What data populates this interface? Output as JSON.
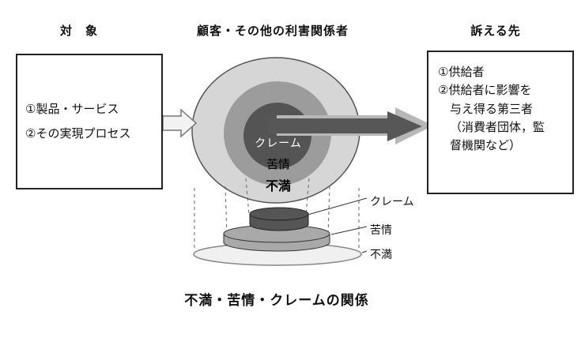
{
  "headings": {
    "left": "対　象",
    "center": "顧客・その他の利害関係者",
    "right": "訴える先"
  },
  "left_box": {
    "lines": [
      "①製品・サービス",
      "②その実現プロセス"
    ]
  },
  "right_box": {
    "lines": [
      "①供給者",
      "②供給者に影響を",
      "与え得る第三者",
      "（消費者団体，監",
      "督機関など）"
    ]
  },
  "venn_labels": {
    "claim": "クレーム",
    "complaint": "苦情",
    "dissatisfaction": "不満"
  },
  "disk_labels": {
    "claim": "クレーム",
    "complaint": "苦情",
    "dissatisfaction": "不満"
  },
  "caption": "不満・苦情・クレームの関係",
  "colors": {
    "outer_ring": "#d6d6d6",
    "middle_ring": "#9c9c9c",
    "inner_core": "#545454",
    "hollow_arrow": "#f2f2f2",
    "arrow_echo": "#b7b7b7",
    "dark_arrow": "#575757",
    "disk_top": "#555555",
    "disk_middle": "#a9a9a9",
    "disk_bottom": "#f0f0f0"
  }
}
